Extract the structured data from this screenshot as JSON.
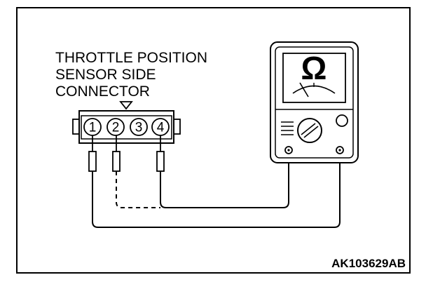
{
  "connector": {
    "label_lines": [
      "THROTTLE POSITION",
      "SENSOR SIDE",
      "CONNECTOR"
    ],
    "pins": [
      "1",
      "2",
      "3",
      "4"
    ]
  },
  "meter": {
    "symbol": "Ω"
  },
  "figure_code": "AK103629AB"
}
